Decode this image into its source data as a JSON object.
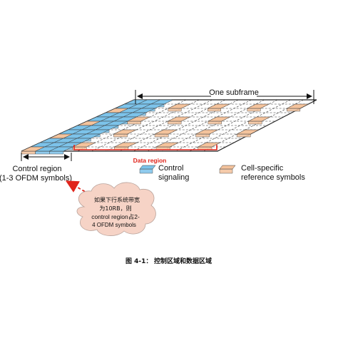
{
  "diagram": {
    "subframe_label": "One subframe",
    "data_region_label": "Data region",
    "control_region_label_line1": "Control region",
    "control_region_label_line2": "(1-3 OFDM symbols)",
    "legend": [
      {
        "name": "control-signaling",
        "label_line1": "Control",
        "label_line2": "signaling",
        "color": "#7cc3ea"
      },
      {
        "name": "cell-specific-reference",
        "label_line1": "Cell-specific",
        "label_line2": "reference symbols",
        "color": "#f4c39c"
      }
    ],
    "colors": {
      "control_fill": "#7cc3ea",
      "reference_fill": "#f4c39c",
      "grid_stroke": "#222222",
      "annotation_red": "#e0241b",
      "cloud_fill": "#f6d3c6"
    },
    "note": {
      "line1": "如果下行系统带宽",
      "line2": "为10RB，则",
      "line3": "control region占2-",
      "line4": "4 OFDM symbols"
    }
  },
  "caption": {
    "number": "图 4-1：",
    "title": "控制区域和数据区域"
  }
}
